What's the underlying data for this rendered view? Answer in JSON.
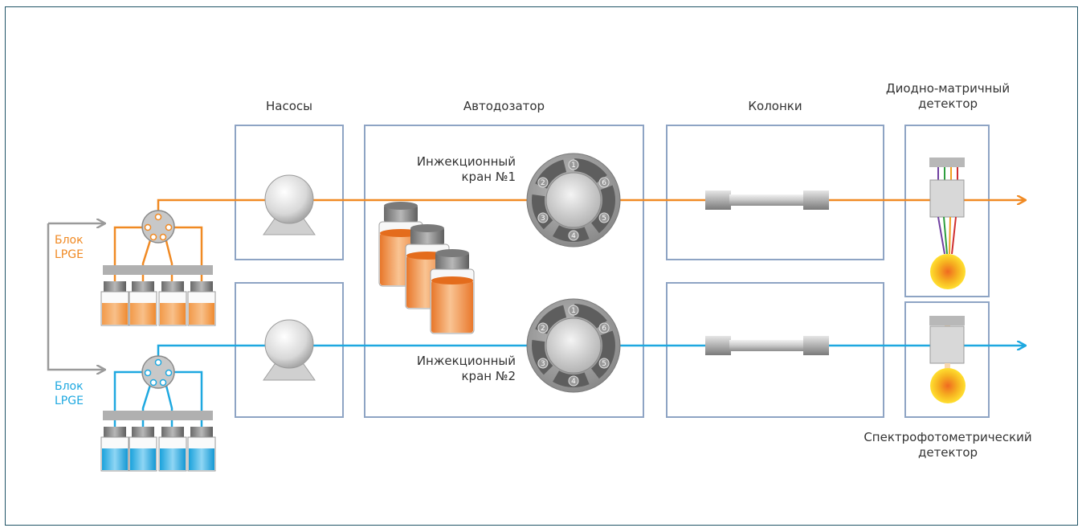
{
  "labels": {
    "pumps": "Насосы",
    "autosampler": "Автодозатор",
    "columns": "Колонки",
    "dad_line1": "Диодно-матричный",
    "dad_line2": "детектор",
    "uv_line1": "Спектрофотометрический",
    "uv_line2": "детектор",
    "valve1_line1": "Инжекционный",
    "valve1_line2": "кран №1",
    "valve2_line1": "Инжекционный",
    "valve2_line2": "кран №2",
    "lpge1_line1": "Блок",
    "lpge1_line2": "LPGE",
    "lpge2_line1": "Блок",
    "lpge2_line2": "LPGE"
  },
  "valve_ports": [
    "1",
    "2",
    "3",
    "4",
    "5",
    "6"
  ],
  "colors": {
    "frame": "#1f5366",
    "box_border": "#8ea4c4",
    "orange": "#f08a24",
    "blue": "#1ea8e0",
    "gray_arrow": "#9a9a9a"
  }
}
